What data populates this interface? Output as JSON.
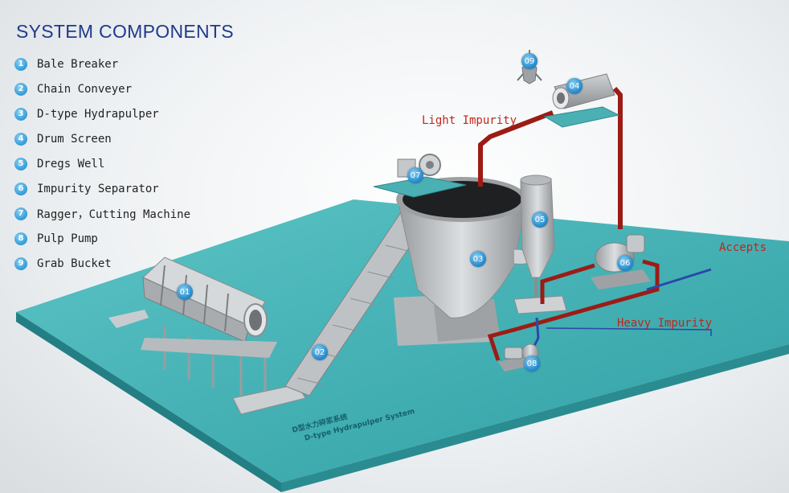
{
  "title": "SYSTEM COMPONENTS",
  "legend": [
    {
      "num": "1",
      "label": "Bale Breaker"
    },
    {
      "num": "2",
      "label": "Chain Conveyer"
    },
    {
      "num": "3",
      "label": "D-type Hydrapulper"
    },
    {
      "num": "4",
      "label": "Drum Screen"
    },
    {
      "num": "5",
      "label": "Dregs Well"
    },
    {
      "num": "6",
      "label": "Impurity Separator"
    },
    {
      "num": "7",
      "label": "Ragger，Cutting Machine"
    },
    {
      "num": "8",
      "label": "Pulp Pump"
    },
    {
      "num": "9",
      "label": "Grab Bucket"
    }
  ],
  "flows": {
    "light": "Light Impurity",
    "accepts": "Accepts",
    "heavy": "Heavy Impurity"
  },
  "badges": [
    "01",
    "02",
    "03",
    "04",
    "05",
    "06",
    "07",
    "08",
    "09"
  ],
  "platform": {
    "label_cn": "D型水力碎浆系统",
    "label_en": "D-type Hydrapulper System"
  },
  "colors": {
    "title": "#1f3a8a",
    "legend_circle": "#3aa3dd",
    "flow_text": "#c0261c",
    "platform": "#3fb2b5",
    "pipe_red": "#9c1c15",
    "pipe_blue": "#2a48a8"
  }
}
